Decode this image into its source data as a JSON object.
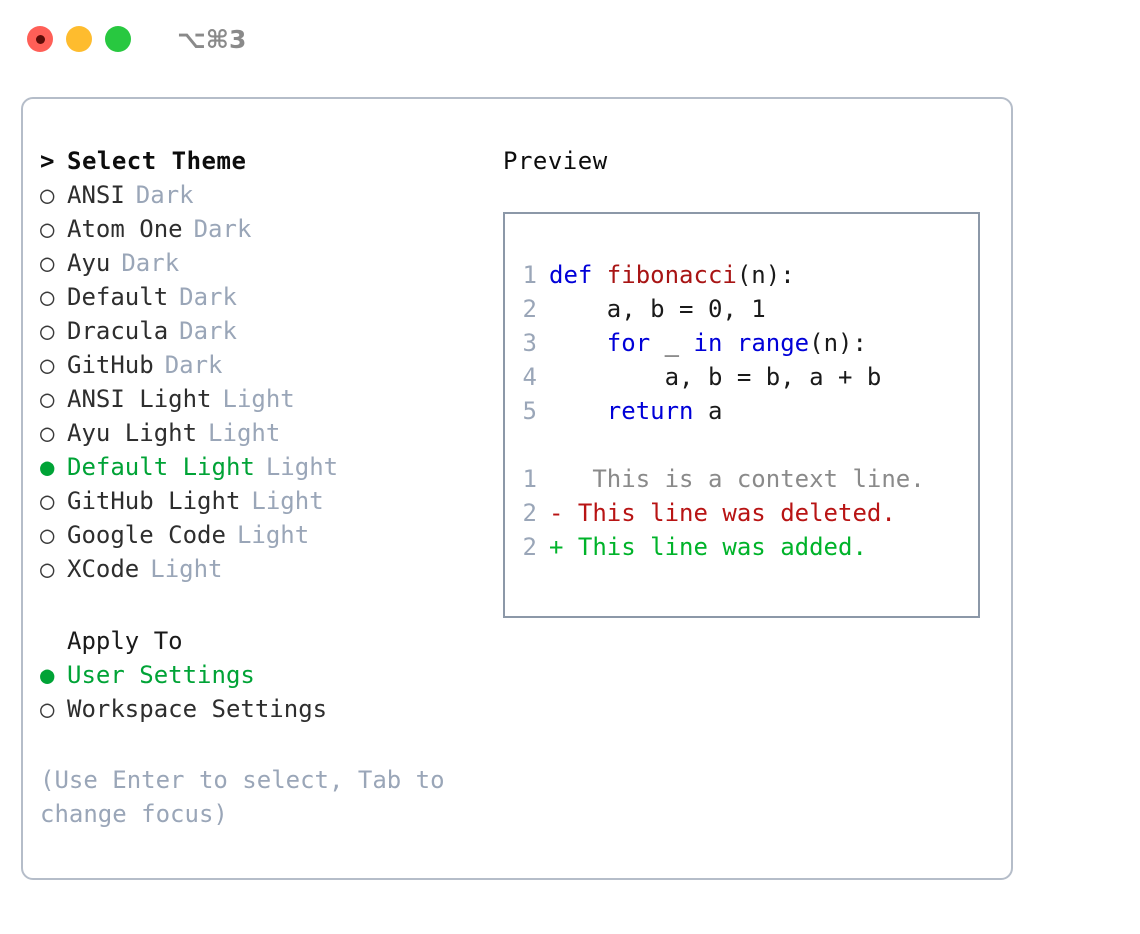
{
  "titlebar": {
    "traffic_lights": [
      {
        "name": "close-button",
        "color": "#ff5f57"
      },
      {
        "name": "minimize-button",
        "color": "#febc2e"
      },
      {
        "name": "maximize-button",
        "color": "#28c840"
      }
    ],
    "shortcut": "⌥⌘3"
  },
  "theme_picker": {
    "header_prefix": ">",
    "header": "Select Theme",
    "bullet_selected": "●",
    "bullet_unselected": "○",
    "selected_color": "#00a336",
    "items": [
      {
        "bullet": "○",
        "label": "ANSI",
        "tag": "Dark",
        "selected": false
      },
      {
        "bullet": "○",
        "label": "Atom One",
        "tag": "Dark",
        "selected": false
      },
      {
        "bullet": "○",
        "label": "Ayu",
        "tag": "Dark",
        "selected": false
      },
      {
        "bullet": "○",
        "label": "Default",
        "tag": "Dark",
        "selected": false
      },
      {
        "bullet": "○",
        "label": "Dracula",
        "tag": "Dark",
        "selected": false
      },
      {
        "bullet": "○",
        "label": "GitHub",
        "tag": "Dark",
        "selected": false
      },
      {
        "bullet": "○",
        "label": "ANSI Light",
        "tag": "Light",
        "selected": false
      },
      {
        "bullet": "○",
        "label": "Ayu Light",
        "tag": "Light",
        "selected": false
      },
      {
        "bullet": "●",
        "label": "Default Light",
        "tag": "Light",
        "selected": true
      },
      {
        "bullet": "○",
        "label": "GitHub Light",
        "tag": "Light",
        "selected": false
      },
      {
        "bullet": "○",
        "label": "Google Code",
        "tag": "Light",
        "selected": false
      },
      {
        "bullet": "○",
        "label": "XCode",
        "tag": "Light",
        "selected": false
      }
    ]
  },
  "apply_to": {
    "header": "Apply To",
    "items": [
      {
        "bullet": "●",
        "label": "User Settings",
        "selected": true
      },
      {
        "bullet": "○",
        "label": "Workspace Settings",
        "selected": false
      }
    ]
  },
  "hint": "(Use Enter to select, Tab to change focus)",
  "preview": {
    "title": "Preview",
    "code_lines": [
      {
        "number": "1",
        "tokens": [
          {
            "text": "def ",
            "type": "kw"
          },
          {
            "text": "fibonacci",
            "type": "fn"
          },
          {
            "text": "(n):",
            "type": "plain"
          }
        ]
      },
      {
        "number": "2",
        "tokens": [
          {
            "text": "    a, b = 0, 1",
            "type": "plain"
          }
        ]
      },
      {
        "number": "3",
        "tokens": [
          {
            "text": "    ",
            "type": "plain"
          },
          {
            "text": "for",
            "type": "kw"
          },
          {
            "text": " _ ",
            "type": "plain"
          },
          {
            "text": "in",
            "type": "kw"
          },
          {
            "text": " ",
            "type": "plain"
          },
          {
            "text": "range",
            "type": "kw"
          },
          {
            "text": "(n):",
            "type": "plain"
          }
        ]
      },
      {
        "number": "4",
        "tokens": [
          {
            "text": "        a, b = b, a + b",
            "type": "plain"
          }
        ]
      },
      {
        "number": "5",
        "tokens": [
          {
            "text": "    ",
            "type": "plain"
          },
          {
            "text": "return",
            "type": "kw"
          },
          {
            "text": " a",
            "type": "plain"
          }
        ]
      }
    ],
    "diff_lines": [
      {
        "number": "1",
        "marker": " ",
        "text": "  This is a context line.",
        "type": "ctx"
      },
      {
        "number": "2",
        "marker": "-",
        "text": " This line was deleted.",
        "type": "del"
      },
      {
        "number": "2",
        "marker": "+",
        "text": " This line was added.",
        "type": "add"
      }
    ]
  }
}
